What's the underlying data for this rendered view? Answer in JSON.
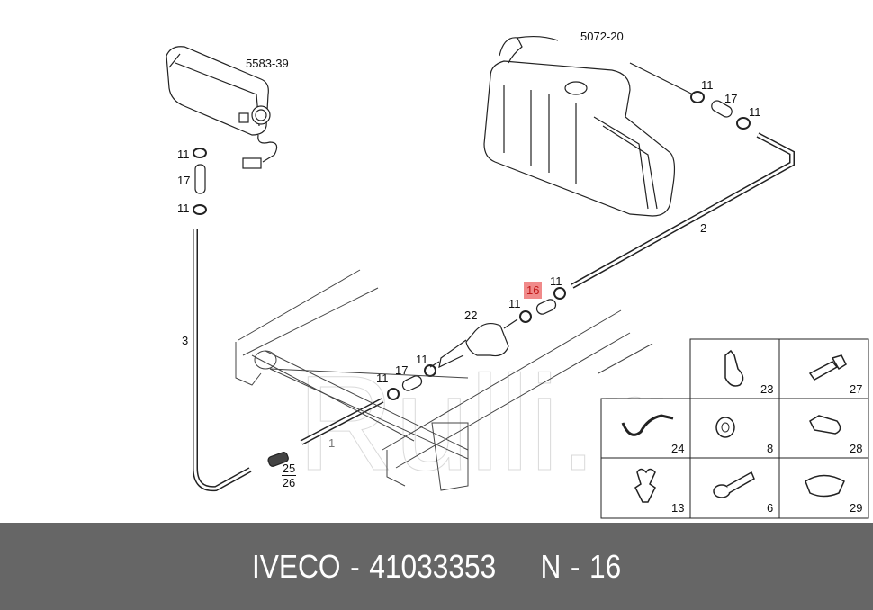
{
  "footer": {
    "brand": "IVECO",
    "separator1": "-",
    "part_number": "41033353",
    "position_prefix": "N",
    "separator2": "-",
    "position_number": "16"
  },
  "diagram": {
    "highlight_color": "#f08a8a",
    "watermark": "Rulli.ru",
    "assemblies": [
      {
        "id": "heater",
        "label": "5583-39"
      },
      {
        "id": "tank",
        "label": "5072-20"
      }
    ],
    "callouts": {
      "heater_clamp_top": "11",
      "heater_sleeve": "17",
      "heater_clamp_bottom": "11",
      "pipe_3": "3",
      "tank_clamp_1": "11",
      "tank_sleeve": "17",
      "tank_clamp_2": "11",
      "pipe_2": "2",
      "pump_clamp_right": "11",
      "highlighted_part": "16",
      "pump_clamp_left": "11",
      "pump": "22",
      "pump_inlet_clamp": "11",
      "lower_sleeve": "17",
      "lower_clamp": "11",
      "pipe_1": "1",
      "fitting_top": "25",
      "fitting_bottom": "26"
    },
    "hardware_grid": [
      {
        "id": "23",
        "label": "23",
        "icon": "pipe-clamp-icon"
      },
      {
        "id": "27",
        "label": "27",
        "icon": "bolt-icon"
      },
      {
        "id": "24",
        "label": "24",
        "icon": "cable-tie-icon"
      },
      {
        "id": "8",
        "label": "8",
        "icon": "nut-icon"
      },
      {
        "id": "28",
        "label": "28",
        "icon": "p-clip-icon"
      },
      {
        "id": "13",
        "label": "13",
        "icon": "push-clip-icon"
      },
      {
        "id": "6",
        "label": "6",
        "icon": "flange-bolt-icon"
      },
      {
        "id": "29",
        "label": "29",
        "icon": "rubber-plug-icon"
      }
    ]
  }
}
